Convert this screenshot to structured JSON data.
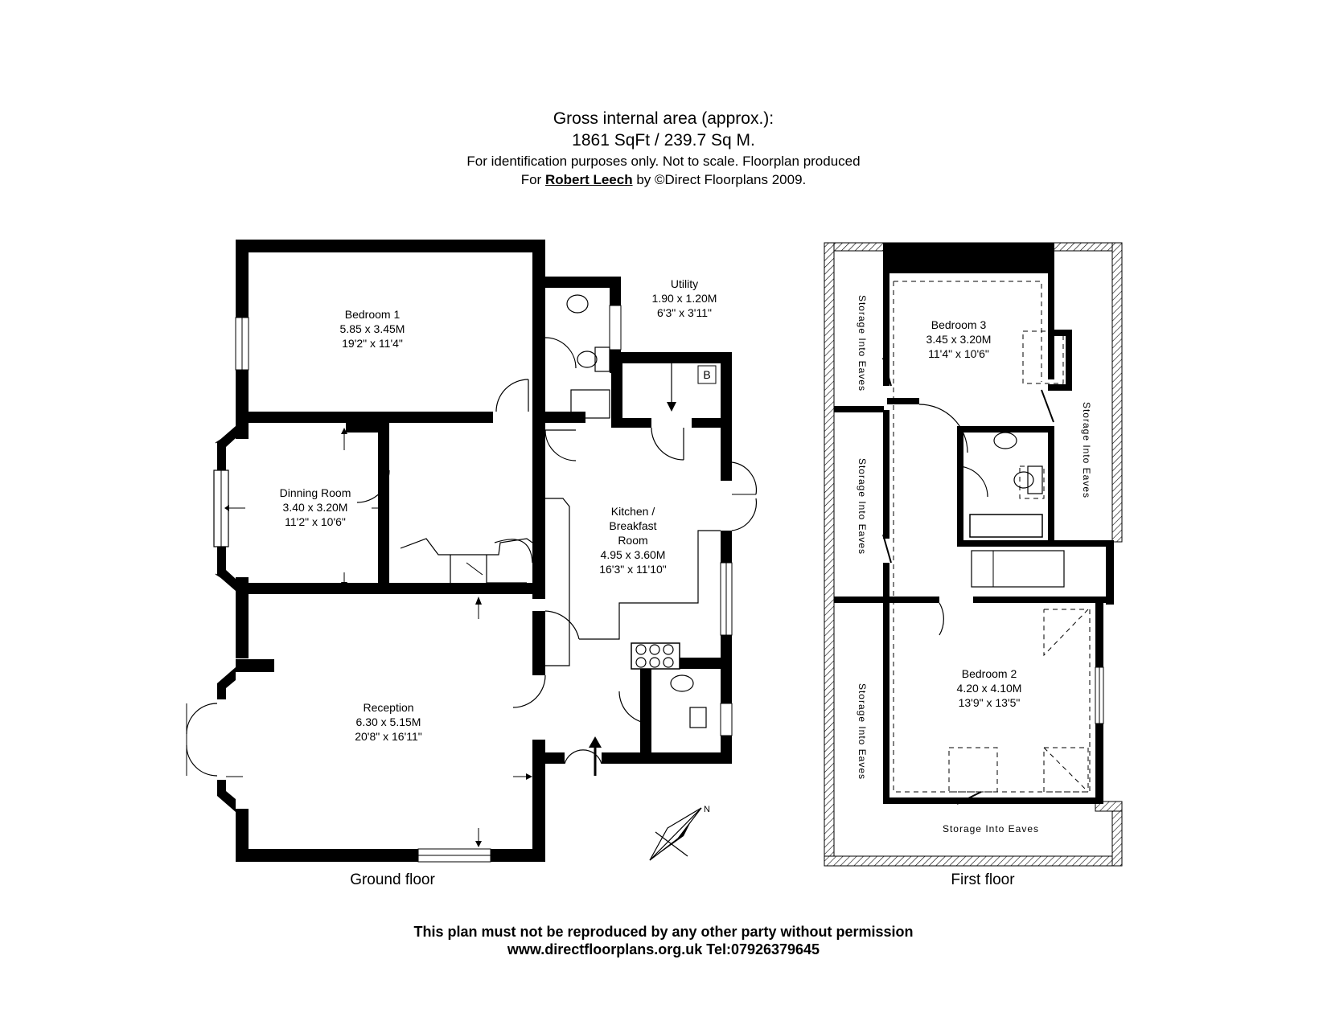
{
  "header": {
    "line1": "Gross internal area (approx.):",
    "line2": "1861 SqFt / 239.7 Sq M.",
    "line3": "For identification purposes only. Not to scale.  Floorplan produced",
    "line4_pre": "For ",
    "line4_agent": "Robert Leech",
    "line4_post": " by ©Direct Floorplans 2009."
  },
  "footer": {
    "line1": "This plan must not be reproduced by any other party without permission",
    "line2": "www.directfloorplans.org.uk Tel:07926379645"
  },
  "ground_floor": {
    "label": "Ground floor",
    "rooms": {
      "bedroom1": {
        "name": "Bedroom 1",
        "metric": "5.85 x 3.45M",
        "imperial": "19'2\" x 11'4\""
      },
      "utility": {
        "name": "Utility",
        "metric": "1.90 x 1.20M",
        "imperial": "6'3\" x 3'11\""
      },
      "dining": {
        "name": "Dinning Room",
        "metric": "3.40 x 3.20M",
        "imperial": "11'2\" x 10'6\""
      },
      "kitchen": {
        "name1": "Kitchen /",
        "name2": "Breakfast",
        "name3": "Room",
        "metric": "4.95 x 3.60M",
        "imperial": "16'3\" x 11'10\""
      },
      "reception": {
        "name": "Reception",
        "metric": "6.30 x 5.15M",
        "imperial": "20'8\" x 16'11\""
      }
    },
    "boiler_label": "B",
    "compass_label": "N"
  },
  "first_floor": {
    "label": "First floor",
    "rooms": {
      "bedroom3": {
        "name": "Bedroom 3",
        "metric": "3.45 x 3.20M",
        "imperial": "11'4\" x 10'6\""
      },
      "bedroom2": {
        "name": "Bedroom 2",
        "metric": "4.20 x 4.10M",
        "imperial": "13'9\" x 13'5\""
      }
    },
    "storage_label": "Storage Into Eaves"
  }
}
